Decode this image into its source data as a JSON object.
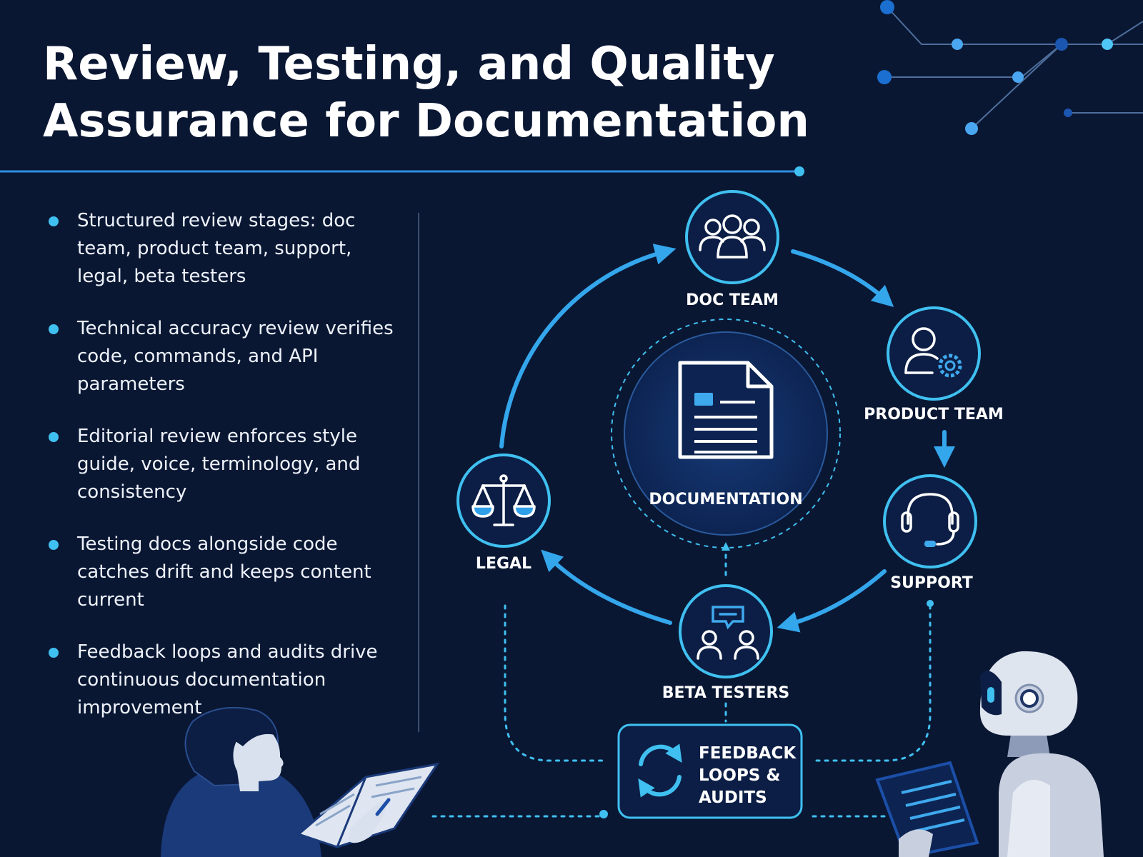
{
  "title_line1": "Review, Testing, and Quality",
  "title_line2": "Assurance for Documentation",
  "bullets": [
    "Structured review stages: doc team, product team, support, legal, beta testers",
    "Technical accuracy review verifies code, commands, and API parameters",
    "Editorial review enforces style guide, voice, terminology, and consistency",
    "Testing docs alongside code catches drift and keeps content current",
    "Feedback loops and audits drive continuous documentation improvement"
  ],
  "center_label": "DOCUMENTATION",
  "nodes": {
    "doc_team": "DOC TEAM",
    "product_team": "PRODUCT TEAM",
    "support": "SUPPORT",
    "beta_testers": "BETA TESTERS",
    "legal": "LEGAL"
  },
  "feedback_lines": [
    "FEEDBACK",
    "LOOPS &",
    "AUDITS"
  ],
  "icons": {
    "doc_team": "people-group-icon",
    "product_team": "user-gear-icon",
    "support": "headset-icon",
    "beta_testers": "testers-chat-icon",
    "legal": "scales-icon",
    "center": "document-icon",
    "feedback": "refresh-cycle-icon"
  },
  "colors": {
    "background": "#0a1733",
    "accent": "#3fc0f0",
    "accent_blue": "#2e8fe0",
    "node_fill": "#0c1e45",
    "text": "#ffffff"
  }
}
